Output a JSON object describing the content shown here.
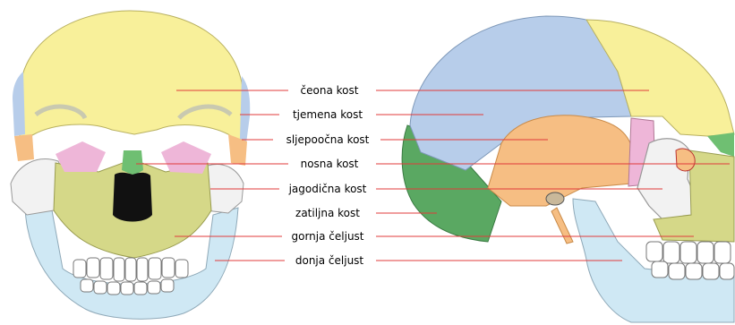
{
  "diagram": {
    "labels": [
      {
        "id": "frontal",
        "text": "čeona kost"
      },
      {
        "id": "parietal",
        "text": "tjemena kost"
      },
      {
        "id": "temporal",
        "text": "sljepoočna kost"
      },
      {
        "id": "nasal",
        "text": "nosna kost"
      },
      {
        "id": "zygomatic",
        "text": "jagodična kost"
      },
      {
        "id": "occipital",
        "text": "zatiljna kost"
      },
      {
        "id": "maxilla",
        "text": "gornja čeljust"
      },
      {
        "id": "mandible",
        "text": "donja čeljust"
      }
    ],
    "colors": {
      "frontal": "#f8f09a",
      "parietal": "#b7cdea",
      "temporal": "#f6be83",
      "nasal": "#6fbf72",
      "zygomatic": "#f2f2f2",
      "occipital": "#5aa862",
      "maxilla": "#d5d888",
      "mandible": "#cfe8f4",
      "sphenoid": "#eeb6d8",
      "leader": "#e03b3b"
    }
  }
}
